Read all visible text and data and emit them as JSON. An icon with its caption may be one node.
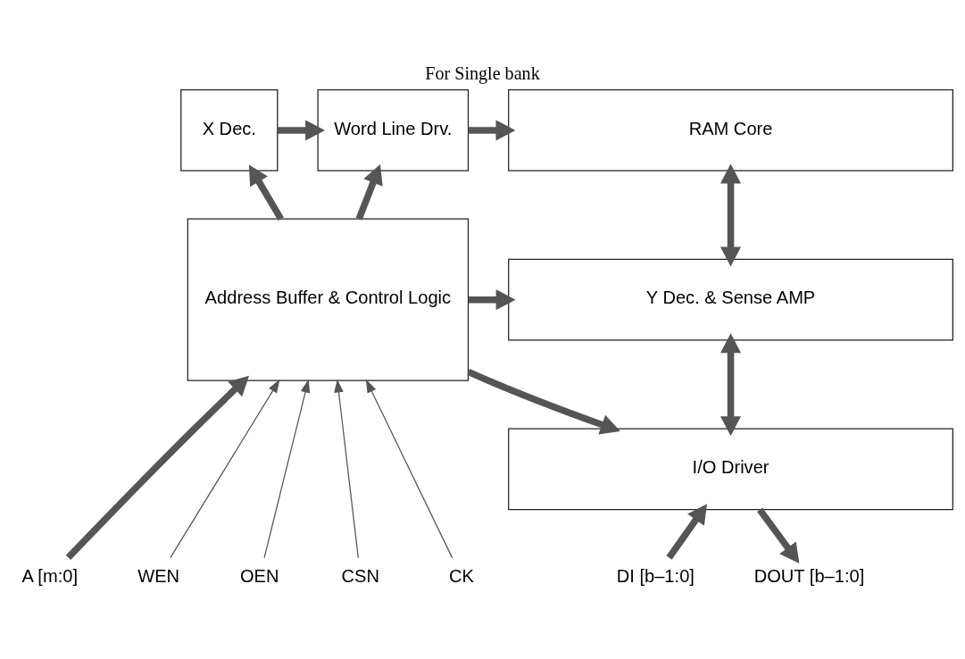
{
  "diagram": {
    "title": "For Single bank",
    "nodes": [
      {
        "text": [
          "X Dec."
        ]
      },
      {
        "text": [
          "Word Line Drv."
        ]
      },
      {
        "text": [
          "RAM Core"
        ]
      },
      {
        "text": [
          "Y Dec. & Sense AMP"
        ]
      },
      {
        "text": [
          "Address Buffer & Control Logic"
        ]
      },
      {
        "text": [
          "I/O Driver"
        ]
      },
      {
        "text": [
          "A [m:0]"
        ]
      },
      {
        "text": [
          "WEN"
        ]
      },
      {
        "text": [
          "OEN"
        ]
      },
      {
        "text": [
          "CSN"
        ]
      },
      {
        "text": [
          "CK"
        ]
      },
      {
        "text": [
          "DI [b–1:0]"
        ]
      },
      {
        "text": [
          "DOUT [b–1:0]"
        ]
      }
    ],
    "edges": [
      {
        "from": 0,
        "to": 1,
        "arrow": "to"
      },
      {
        "from": 1,
        "to": 2,
        "arrow": "to"
      },
      {
        "from": 4,
        "to": 0,
        "arrow": "to"
      },
      {
        "from": 4,
        "to": 1,
        "arrow": "to"
      },
      {
        "from": 2,
        "to": 3,
        "arrow": "both"
      },
      {
        "from": 4,
        "to": 3,
        "arrow": "to"
      },
      {
        "from": 3,
        "to": 5,
        "arrow": "both"
      },
      {
        "from": 4,
        "to": 5,
        "arrow": "to"
      },
      {
        "from": 6,
        "to": 4,
        "arrow": "to"
      },
      {
        "from": 7,
        "to": 4,
        "arrow": "to"
      },
      {
        "from": 8,
        "to": 4,
        "arrow": "to"
      },
      {
        "from": 9,
        "to": 4,
        "arrow": "to"
      },
      {
        "from": 10,
        "to": 4,
        "arrow": "to"
      },
      {
        "from": 11,
        "to": 5,
        "arrow": "to"
      },
      {
        "from": 5,
        "to": 12,
        "arrow": "to"
      }
    ]
  }
}
